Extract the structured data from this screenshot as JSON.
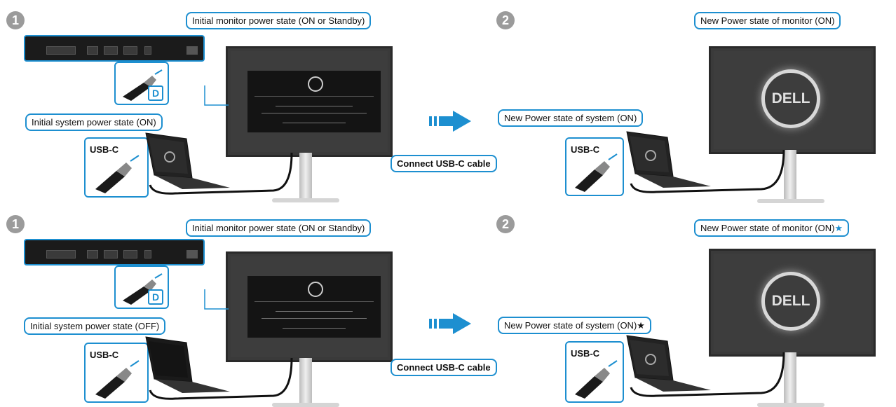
{
  "panels": [
    {
      "step1": "1",
      "step2": "2",
      "initial_monitor_state": "Initial monitor power state (ON or Standby)",
      "initial_system_state": "Initial system power state (ON)",
      "connect_cable": "Connect USB-C cable",
      "new_system_state": "New Power state of system (ON)",
      "new_monitor_state": "New Power state of monitor (ON)",
      "new_system_star": "",
      "new_monitor_star": "",
      "usbc_left": "USB-C",
      "usbc_right": "USB-C",
      "dell_logo": "DELL"
    },
    {
      "step1": "1",
      "step2": "2",
      "initial_monitor_state": "Initial monitor power state (ON or Standby)",
      "initial_system_state": "Initial system power state (OFF)",
      "connect_cable": "Connect USB-C cable",
      "new_system_state": "New Power state of system (ON)",
      "new_monitor_state": "New Power state of monitor (ON)",
      "new_system_star": "★",
      "new_monitor_star": "★",
      "usbc_left": "USB-C",
      "usbc_right": "USB-C",
      "dell_logo": "DELL"
    }
  ],
  "colors": {
    "accent": "#1d8fd0",
    "step_badge": "#9b9b9b"
  },
  "icons": [
    "displayport-icon",
    "usb-c-plug-icon",
    "arrow-right-icon",
    "dell-logo-icon"
  ]
}
